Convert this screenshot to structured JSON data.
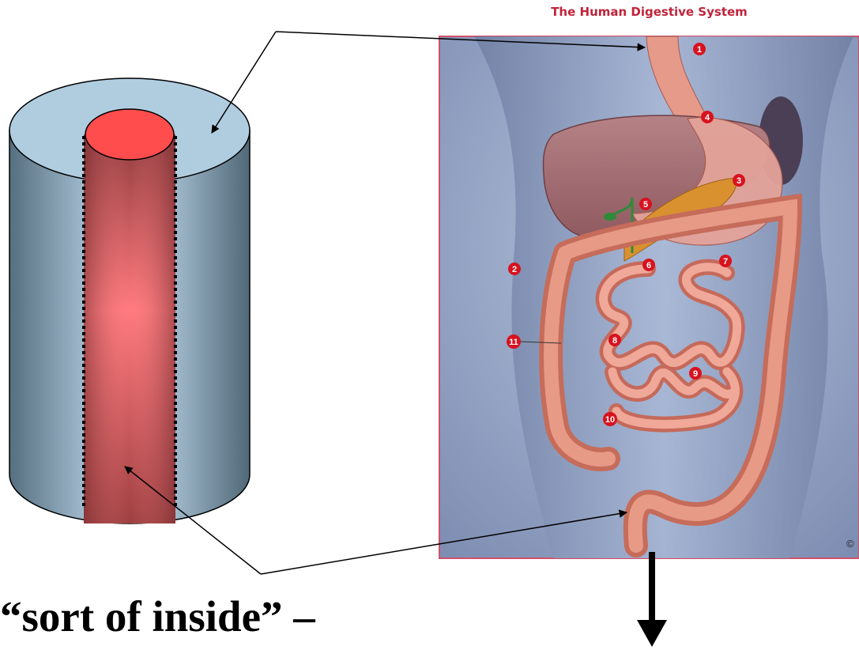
{
  "illustration": {
    "title": "The Human Digestive System",
    "copyright_symbol": "©",
    "callouts": [
      "1",
      "4",
      "3",
      "5",
      "2",
      "6",
      "7",
      "11",
      "8",
      "9",
      "10"
    ]
  },
  "caption": "“sort of inside” –",
  "colors": {
    "tube_inner": "#ff4c4c",
    "cylinder_top": "#b0cde0",
    "panel_border": "#d0506a",
    "panel_bg": "#9aa9c8",
    "title": "#c0243a",
    "callout_fill": "#d8121e"
  }
}
